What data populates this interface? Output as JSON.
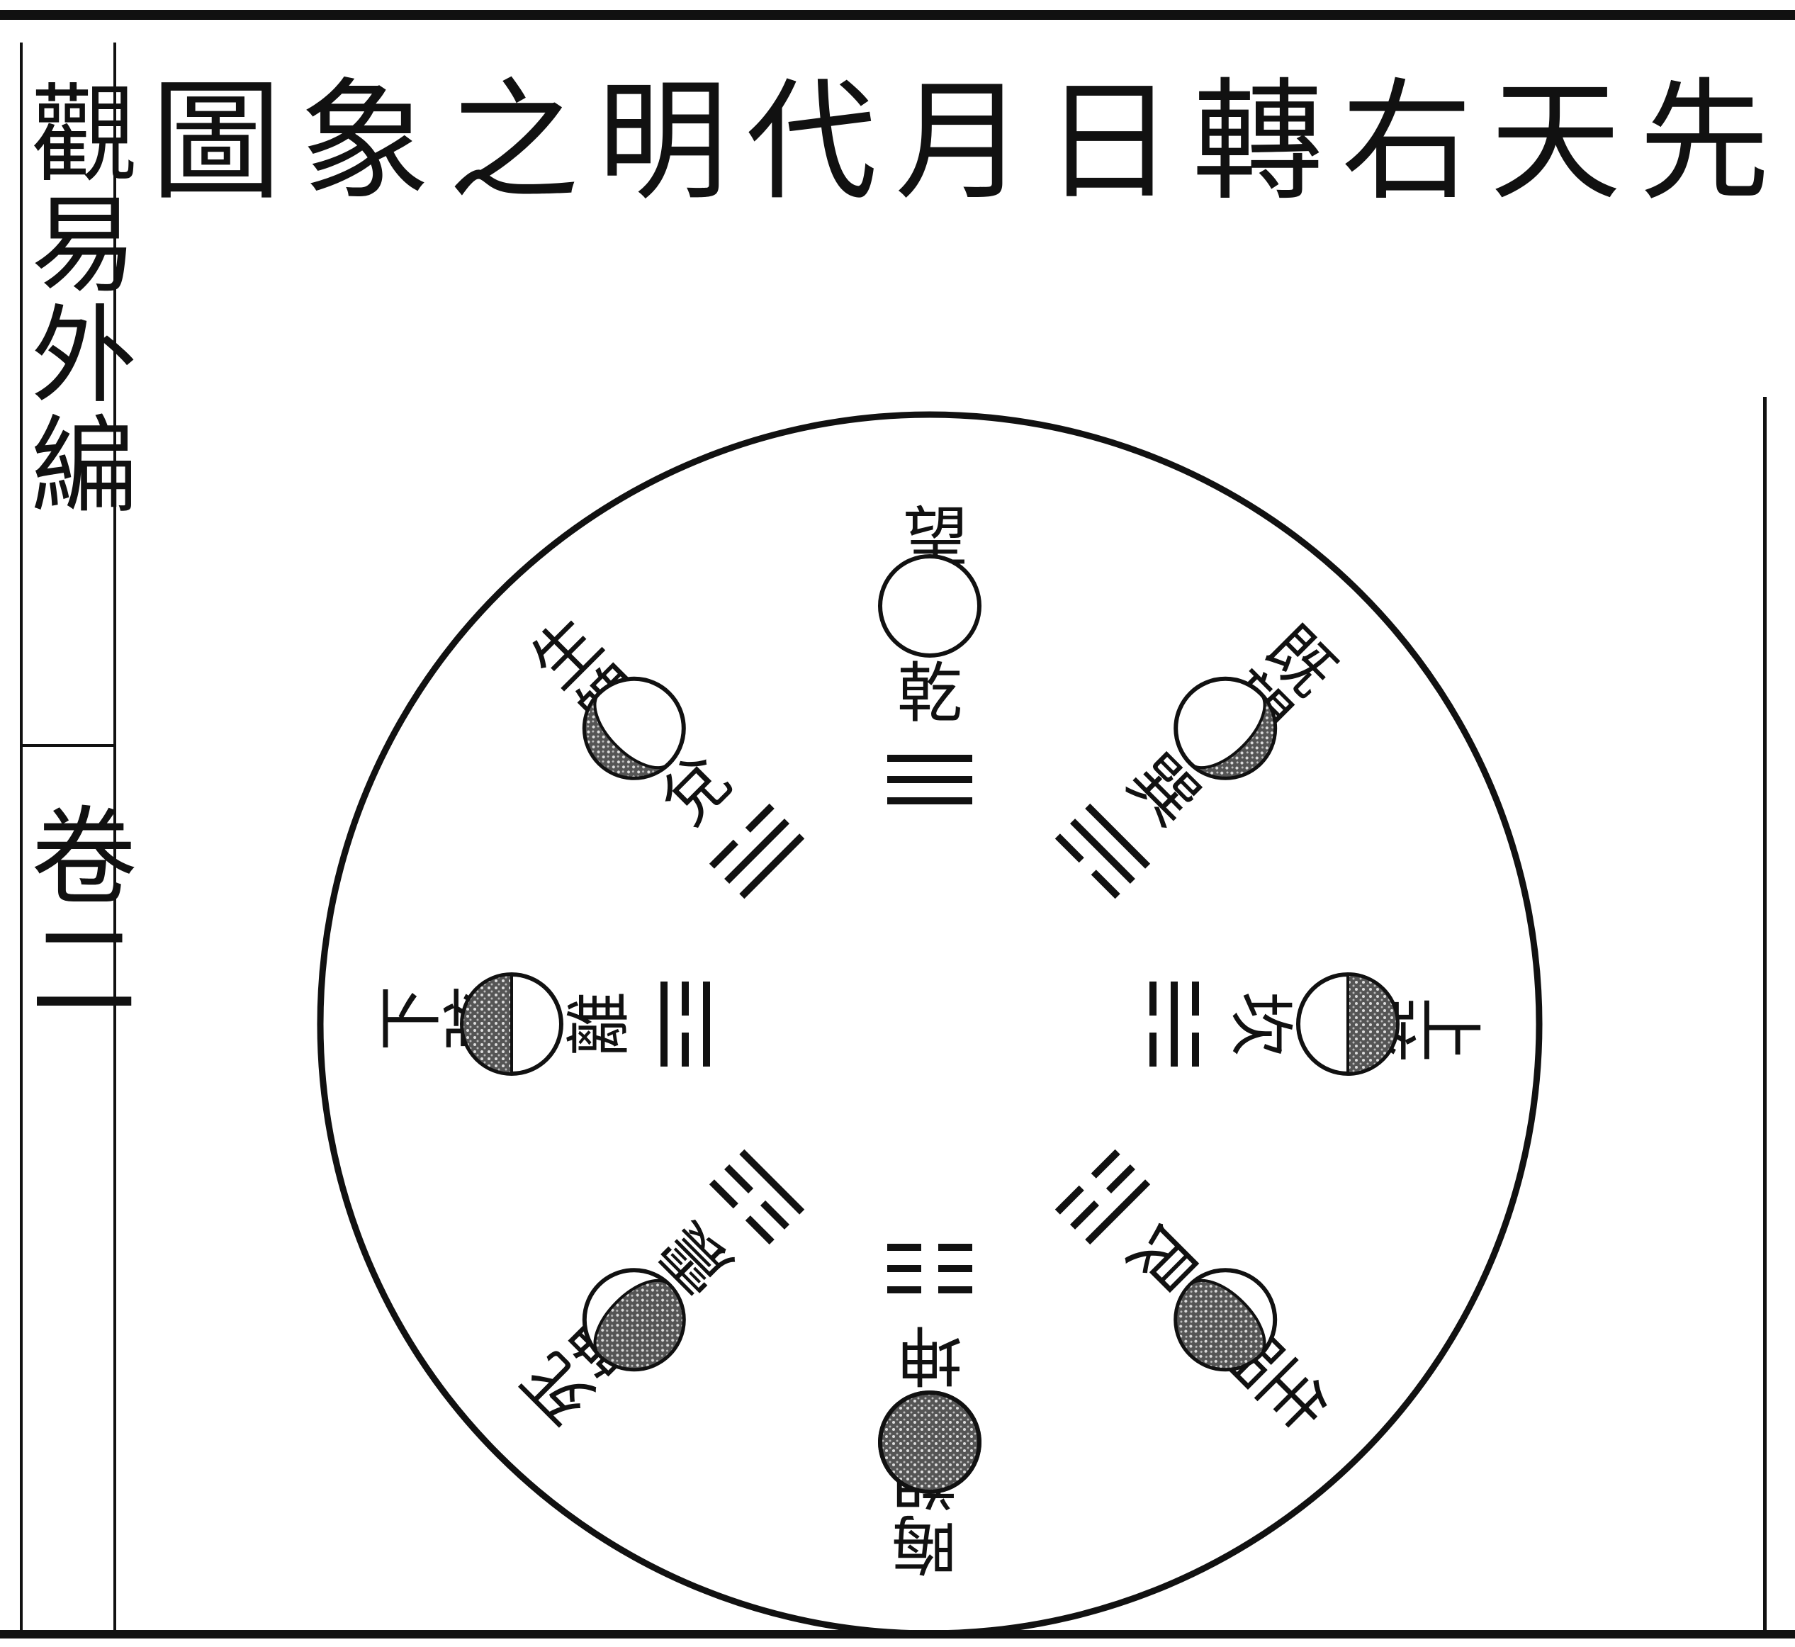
{
  "title": [
    "先",
    "天",
    "右",
    "轉",
    "日",
    "月",
    "代",
    "明",
    "之",
    "象",
    "圖"
  ],
  "side_title": "觀易外編",
  "side_volume": "卷二",
  "stations": [
    {
      "trigram": "乾",
      "phase": "望"
    },
    {
      "trigram": "巽",
      "phase": "既望"
    },
    {
      "trigram": "坎",
      "phase": "上弦"
    },
    {
      "trigram": "艮",
      "phase": "生明"
    },
    {
      "trigram": "坤",
      "phase": "晦朔"
    },
    {
      "trigram": "震",
      "phase": "死魄"
    },
    {
      "trigram": "離",
      "phase": "下弦"
    },
    {
      "trigram": "兌",
      "phase": "生魄"
    }
  ],
  "colors": {
    "ink": "#111111",
    "paper": "#ffffff",
    "shade": "#555555"
  }
}
